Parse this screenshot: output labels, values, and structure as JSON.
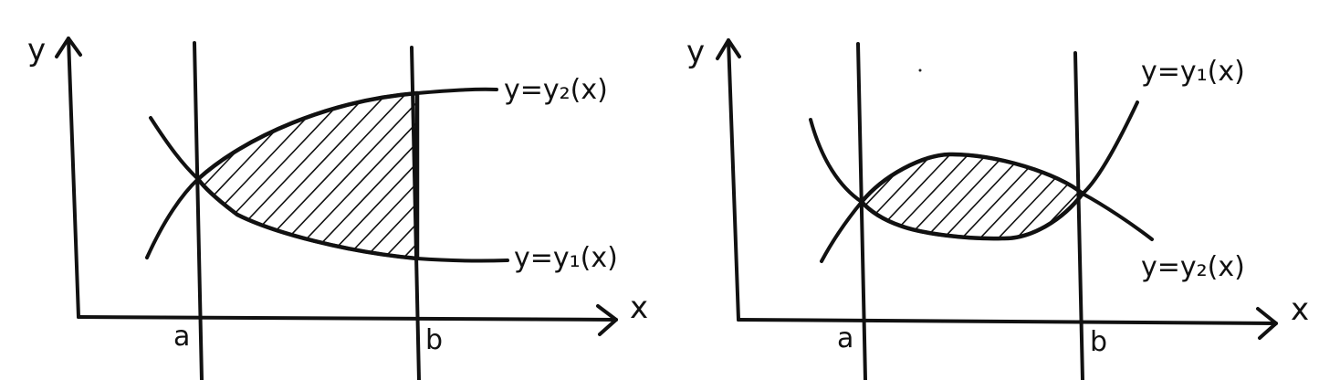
{
  "panels": [
    {
      "y_label": "y",
      "x_label": "x",
      "a_label": "a",
      "b_label": "b",
      "upper_curve_label": "y=y₂(x)",
      "lower_curve_label": "y=y₁(x)"
    },
    {
      "y_label": "y",
      "x_label": "x",
      "a_label": "a",
      "b_label": "b",
      "upper_curve_label": "y=y₁(x)",
      "lower_curve_label": "y=y₂(x)"
    }
  ]
}
